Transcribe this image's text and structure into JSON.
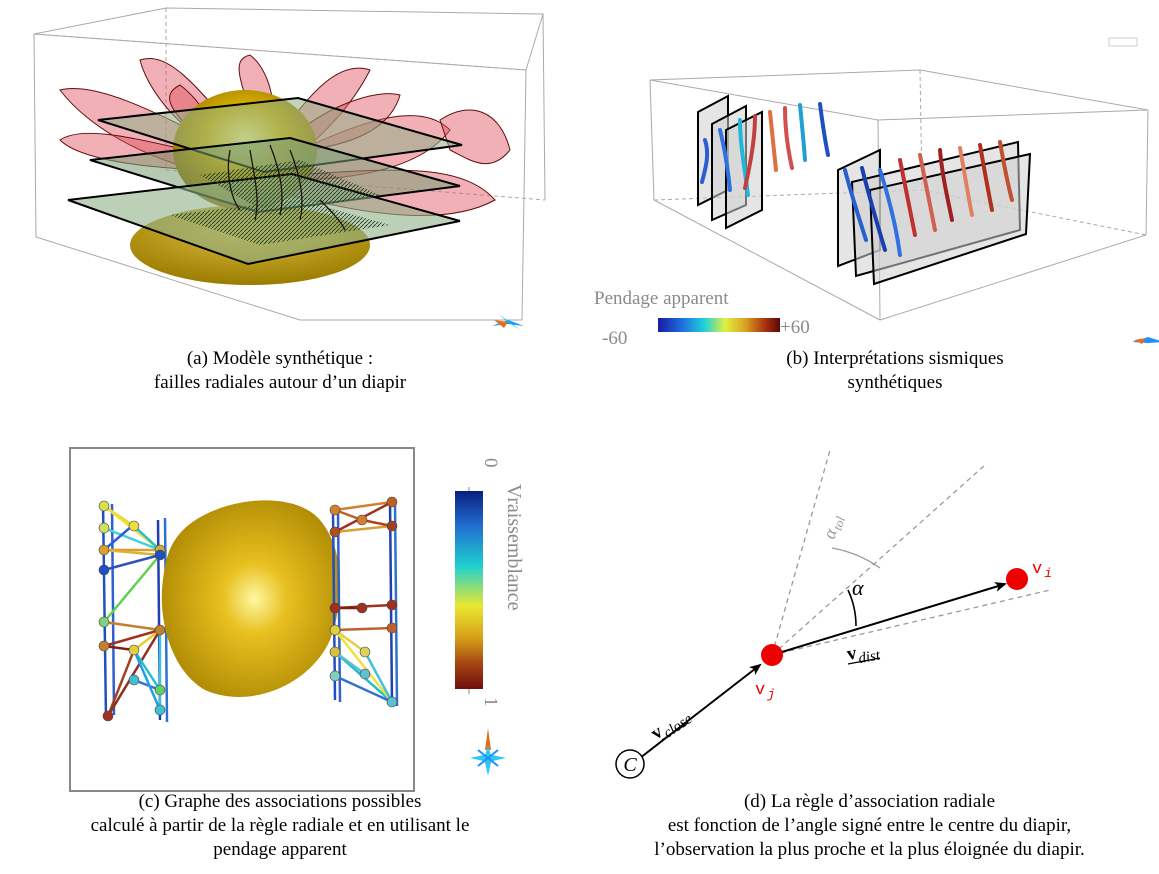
{
  "panels": {
    "a": {
      "caption_line1": "(a) Modèle synthétique :",
      "caption_line2": "failles radiales autour d’un diapir"
    },
    "b": {
      "caption_line1": "(b) Interprétations sismiques",
      "caption_line2": "synthétiques",
      "legend_title": "Pendage apparent",
      "legend_min": "-60",
      "legend_max": "+60"
    },
    "c": {
      "caption_line1": "(c) Graphe des associations possibles",
      "caption_line2": "calculé à partir de la règle radiale et en utilisant le",
      "caption_line3": "pendage apparent",
      "colorbar_label": "Vraissemblance",
      "colorbar_top": "0",
      "colorbar_bottom": "1"
    },
    "d": {
      "caption_line1": "(d) La règle d’association radiale",
      "caption_line2": "est fonction de l’angle signé entre le centre du diapir,",
      "caption_line3": "l’observation la plus proche et la plus éloignée du diapir.",
      "label_center": "C",
      "label_vi": "v",
      "label_vi_sub": "i",
      "label_vj": "v",
      "label_vj_sub": "j",
      "label_alpha": "α",
      "label_alpha_tol": "α",
      "label_alpha_tol_sub": "tol",
      "label_vclose": "v",
      "label_vclose_sub": "close",
      "label_vdist": "v",
      "label_vdist_sub": "dist"
    }
  },
  "colors": {
    "fault_red": "#e0505a",
    "salt_yellow": "#d4a800",
    "horizon_green": "#8fb089",
    "point_red": "#ee0000"
  }
}
